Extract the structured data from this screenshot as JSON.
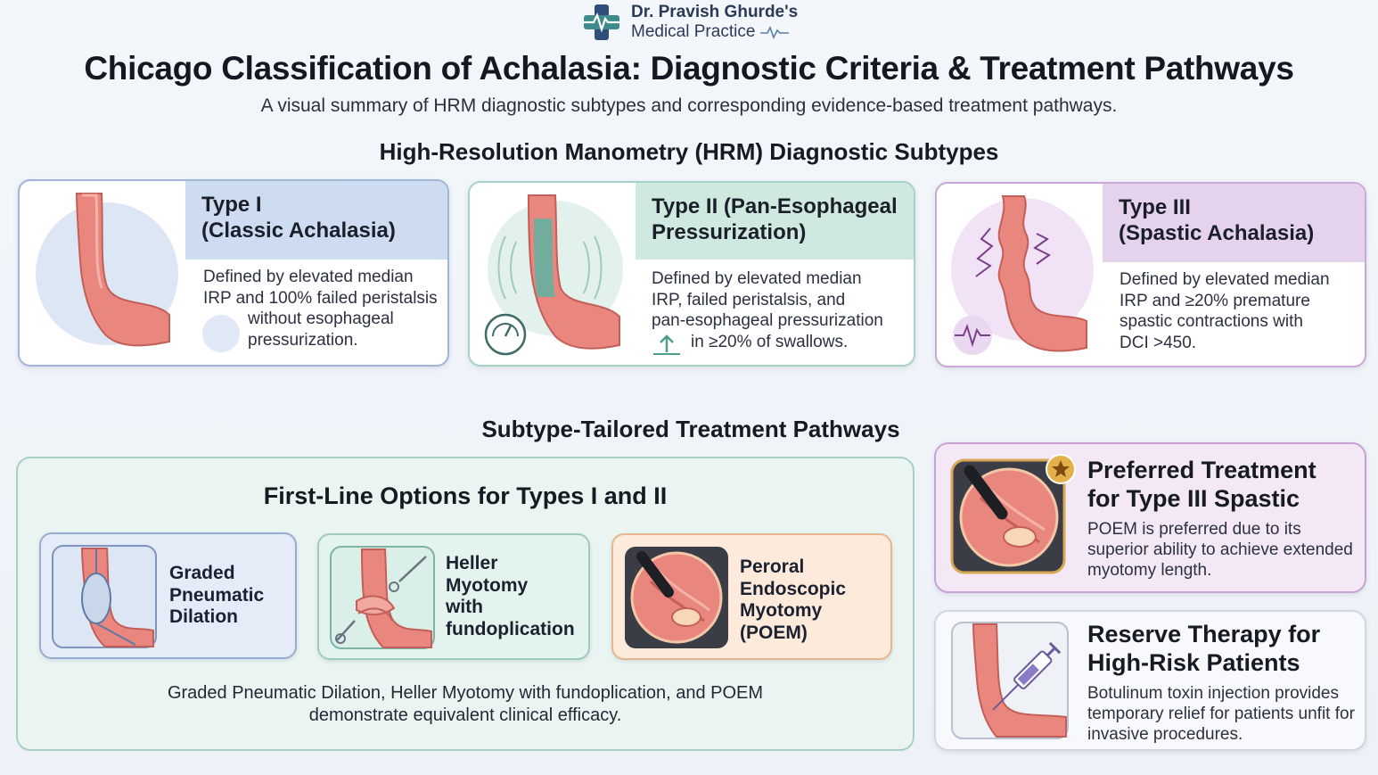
{
  "header": {
    "logo_line1": "Dr. Pravish Ghurde's",
    "logo_line2": "Medical Practice",
    "title": "Chicago Classification of Achalasia: Diagnostic Criteria & Treatment Pathways",
    "subtitle": "A visual summary of HRM diagnostic subtypes and corresponding evidence-based treatment pathways."
  },
  "diagnostic": {
    "heading": "High-Resolution Manometry (HRM) Diagnostic Subtypes",
    "cards": [
      {
        "title_l1": "Type I",
        "title_l2": "(Classic Achalasia)",
        "desc": [
          "Defined by elevated median",
          "IRP and 100% failed peristalsis",
          "without esophageal",
          "pressurization."
        ]
      },
      {
        "title_l1": "Type II (Pan-Esophageal",
        "title_l2": "Pressurization)",
        "desc": [
          "Defined by elevated median",
          "IRP, failed peristalsis, and",
          "pan-esophageal pressurization",
          "in ≥20% of swallows."
        ]
      },
      {
        "title_l1": "Type III",
        "title_l2": "(Spastic Achalasia)",
        "desc": [
          "Defined by elevated median",
          "IRP and ≥20% premature",
          "spastic contractions with",
          "DCI >450."
        ]
      }
    ]
  },
  "treatment": {
    "heading": "Subtype-Tailored Treatment Pathways",
    "panel_heading": "First-Line Options for Types I and II",
    "options": [
      {
        "lines": [
          "Graded",
          "Pneumatic",
          "Dilation"
        ]
      },
      {
        "lines": [
          "Heller",
          "Myotomy",
          "with",
          "fundoplication"
        ]
      },
      {
        "lines": [
          "Peroral",
          "Endoscopic",
          "Myotomy",
          "(POEM)"
        ]
      }
    ],
    "footnote_l1": "Graded Pneumatic Dilation, Heller Myotomy with fundoplication, and POEM",
    "footnote_l2": "demonstrate equivalent clinical efficacy.",
    "preferred": {
      "title_l1": "Preferred Treatment",
      "title_l2": "for Type III Spastic",
      "desc": [
        "POEM is preferred due to its",
        "superior ability to achieve extended",
        "myotomy length."
      ]
    },
    "reserve": {
      "title_l1": "Reserve Therapy for",
      "title_l2": "High-Risk Patients",
      "desc": [
        "Botulinum toxin injection provides",
        "temporary relief for patients unfit for",
        "invasive procedures."
      ]
    }
  },
  "colors": {
    "type1_accent": "#cddcf0",
    "type2_accent": "#cfe8e0",
    "type3_accent": "#e5d2ec",
    "tissue": "#e9877e",
    "poem_accent": "#fdeadb"
  }
}
